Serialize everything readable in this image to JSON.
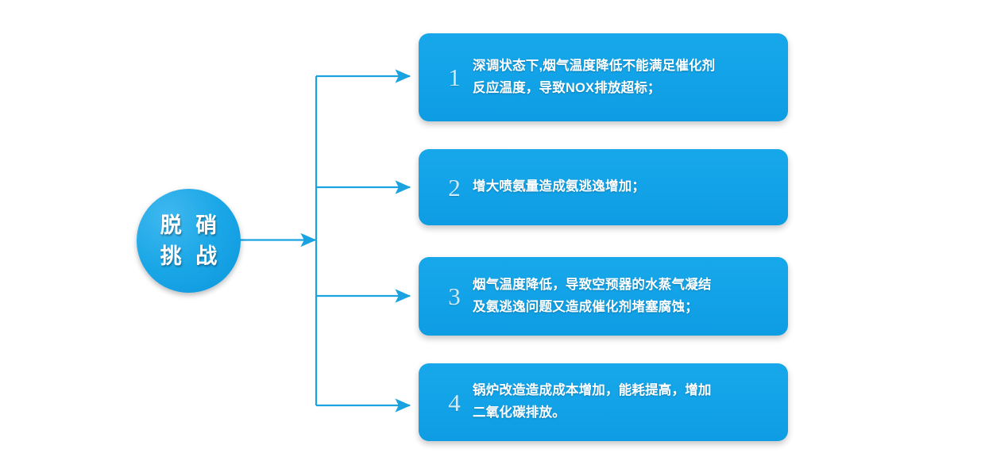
{
  "diagram": {
    "type": "radial-branch-flowchart",
    "accent_color": "#12a3e8",
    "background_color": "#ffffff",
    "connector_color": "#1aa3e0",
    "hub": {
      "label_line1": "脱 硝",
      "label_line2": "挑 战",
      "shape": "circle"
    },
    "items": [
      {
        "number": "1",
        "lines": [
          "深调状态下,烟气温度降低不能满足催化剂",
          "反应温度，导致NOX排放超标；"
        ]
      },
      {
        "number": "2",
        "lines": [
          "增大喷氨量造成氨逃逸增加；"
        ]
      },
      {
        "number": "3",
        "lines": [
          "烟气温度降低，导致空预器的水蒸气凝结",
          "及氨逃逸问题又造成催化剂堵塞腐蚀；"
        ]
      },
      {
        "number": "4",
        "lines": [
          "锅炉改造造成成本增加，能耗提高，增加",
          "二氧化碳排放。"
        ]
      }
    ]
  }
}
